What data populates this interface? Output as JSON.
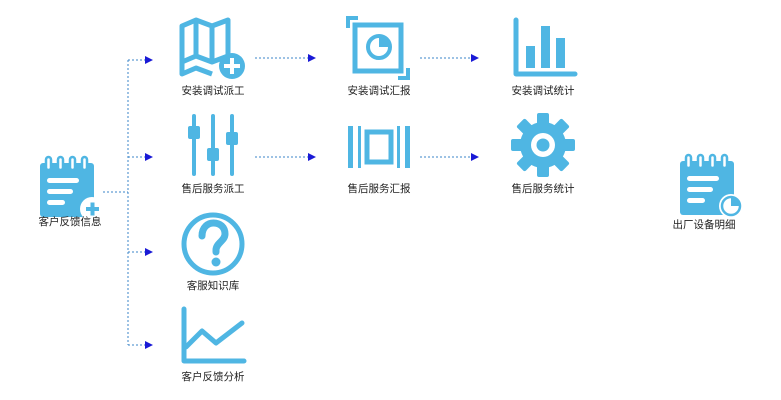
{
  "colors": {
    "icon": "#4fb6e3",
    "icon_dark": "#2e9fd8",
    "connector_tree": "#3b86c8",
    "connector_dotted": "#3b86c8",
    "arrow": "#1a1ad6"
  },
  "nodes": {
    "customer_feedback_info": {
      "label": "客户反馈信息",
      "icon": "notepad-plus-icon"
    },
    "install_debug_dispatch": {
      "label": "安装调试派工",
      "icon": "map-plus-icon"
    },
    "install_debug_report": {
      "label": "安装调试汇报",
      "icon": "screen-pie-icon"
    },
    "install_debug_stats": {
      "label": "安装调试统计",
      "icon": "bar-chart-icon"
    },
    "after_sales_dispatch": {
      "label": "售后服务派工",
      "icon": "sliders-icon"
    },
    "after_sales_report": {
      "label": "售后服务汇报",
      "icon": "barcode-icon"
    },
    "after_sales_stats": {
      "label": "售后服务统计",
      "icon": "gear-icon"
    },
    "service_knowledge_base": {
      "label": "客服知识库",
      "icon": "question-icon"
    },
    "customer_feedback_analysis": {
      "label": "客户反馈分析",
      "icon": "line-chart-icon"
    },
    "factory_equipment_detail": {
      "label": "出厂设备明细",
      "icon": "notepad-pie-icon"
    }
  }
}
